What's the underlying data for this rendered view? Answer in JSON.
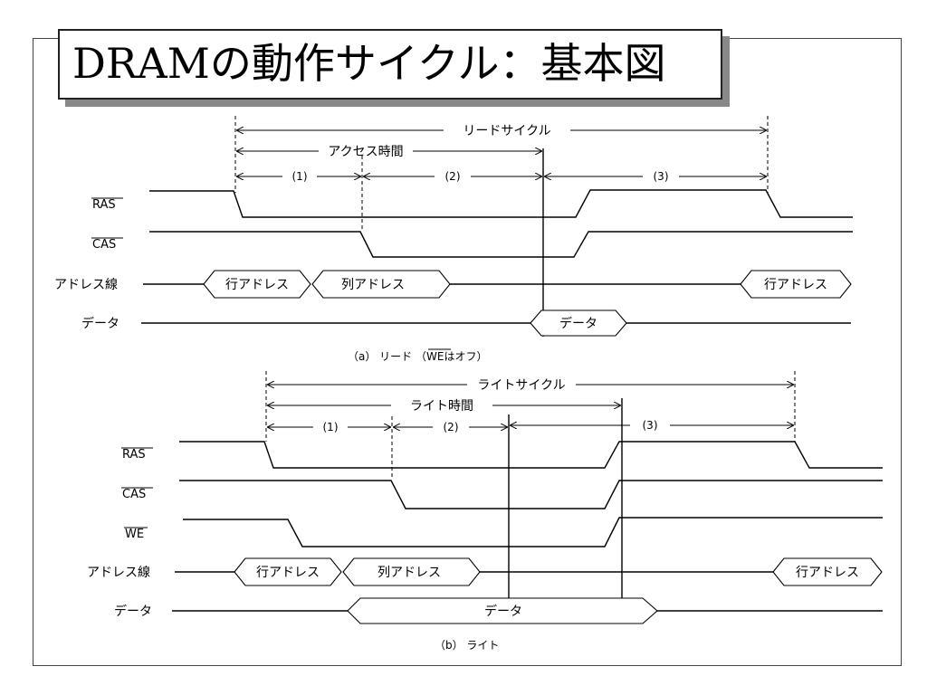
{
  "title": "DRAMの動作サイクル：基本図",
  "signals": {
    "ras": "RAS",
    "cas": "CAS",
    "we": "WE",
    "address": "アドレス線",
    "data": "データ"
  },
  "read": {
    "cycle_label": "リードサイクル",
    "access_label": "アクセス時間",
    "phase1": "(1)",
    "phase2": "(2)",
    "phase3": "(3)",
    "row_address": "行アドレス",
    "column_address": "列アドレス",
    "row_address_next": "行アドレス",
    "data_bus": "データ",
    "caption_prefix": "（a） リード （",
    "caption_we": "WE",
    "caption_suffix": "はオフ）"
  },
  "write": {
    "cycle_label": "ライトサイクル",
    "write_time_label": "ライト時間",
    "phase1": "(1)",
    "phase2": "(2)",
    "phase3": "(3)",
    "row_address": "行アドレス",
    "column_address": "列アドレス",
    "row_address_next": "行アドレス",
    "data_bus": "データ",
    "caption": "（b） ライト"
  }
}
